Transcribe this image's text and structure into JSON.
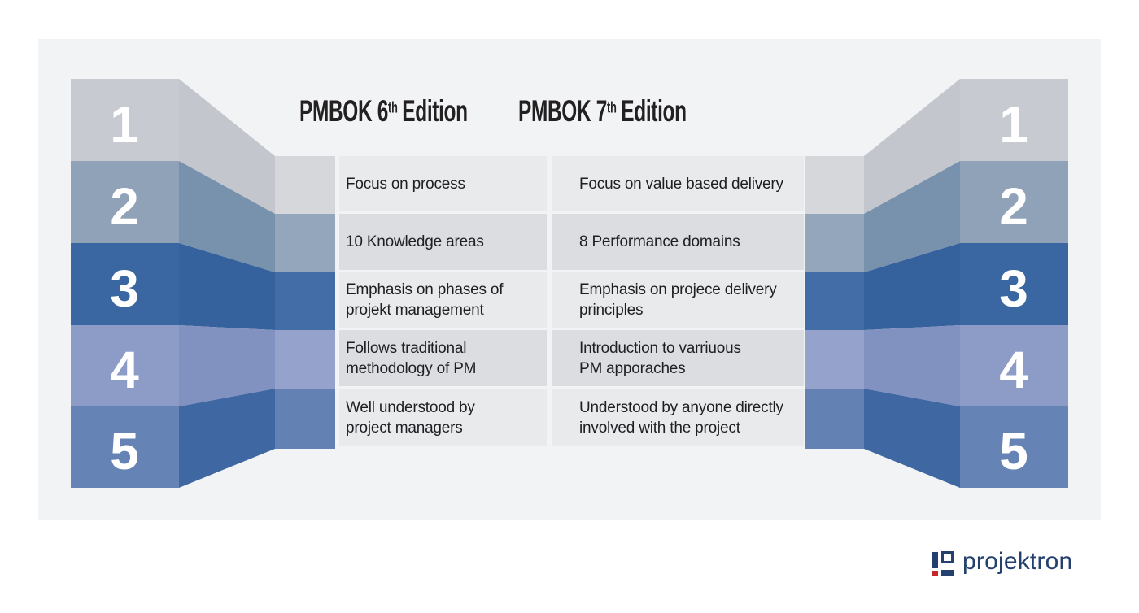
{
  "palette": {
    "page_bg": "#ffffff",
    "card_bg": "#f2f3f5",
    "row_light": "#e9eaec",
    "row_dark": "#dcdde0",
    "heading_text": "#232022",
    "row_text": "#1e1f23",
    "number_text": "#ffffff",
    "logo_navy": "#24406e",
    "logo_red": "#c9252c"
  },
  "headers": {
    "pmbok6": {
      "prefix": "PMBOK 6",
      "sup": "th",
      "suffix": "Edition"
    },
    "pmbok7": {
      "prefix": "PMBOK 7",
      "sup": "th",
      "suffix": "Edition"
    }
  },
  "bands": [
    {
      "number": "1",
      "main": "#c7cad0",
      "fold": "#c3c7cd",
      "strip": "#d5d7da"
    },
    {
      "number": "2",
      "main": "#8fa2b8",
      "fold": "#7892ae",
      "strip": "#94a6bc"
    },
    {
      "number": "3",
      "main": "#3a67a1",
      "fold": "#35629c",
      "strip": "#436da6"
    },
    {
      "number": "4",
      "main": "#8d9cc7",
      "fold": "#8191c0",
      "strip": "#95a3cc"
    },
    {
      "number": "5",
      "main": "#6583b4",
      "fold": "#3f68a3",
      "strip": "#6381b3"
    }
  ],
  "rows": [
    {
      "pmbok6": [
        "Focus on process"
      ],
      "pmbok7": [
        "Focus on value based delivery"
      ]
    },
    {
      "pmbok6": [
        "10 Knowledge areas"
      ],
      "pmbok7": [
        "8 Performance domains"
      ]
    },
    {
      "pmbok6": [
        "Emphasis on phases of",
        "projekt management"
      ],
      "pmbok7": [
        "Emphasis on projece delivery",
        "principles"
      ]
    },
    {
      "pmbok6": [
        "Follows traditional",
        "methodology of PM"
      ],
      "pmbok7": [
        "Introduction to varriuous",
        "PM apporaches"
      ]
    },
    {
      "pmbok6": [
        "Well understood by",
        "project managers"
      ],
      "pmbok7": [
        "Understood by anyone directly",
        "involved with the project"
      ]
    }
  ],
  "logo": {
    "text": "projektron"
  }
}
